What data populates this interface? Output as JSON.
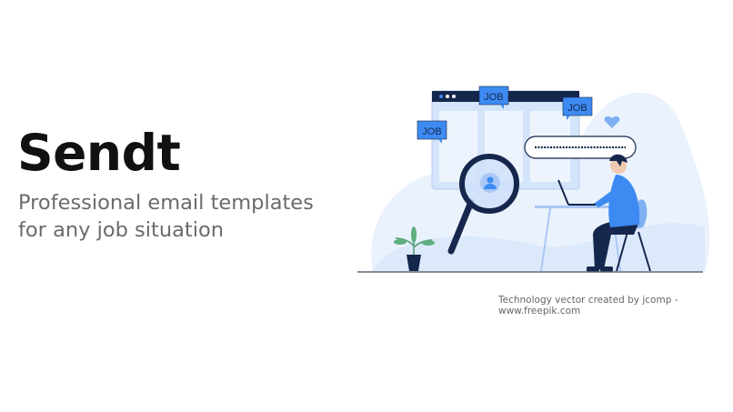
{
  "hero": {
    "title": "Sendt",
    "subtitle_line1": "Professional email templates",
    "subtitle_line2": "for any job situation"
  },
  "illustration": {
    "tags": [
      "JOB",
      "JOB",
      "JOB"
    ],
    "icons": [
      "magnifier-icon",
      "user-icon",
      "heart-icon",
      "plant-icon"
    ],
    "colors": {
      "primary": "#3d8bf2",
      "dark": "#16274d",
      "light": "#e7f0fc"
    }
  },
  "credit": "Technology vector created by jcomp - www.freepik.com"
}
